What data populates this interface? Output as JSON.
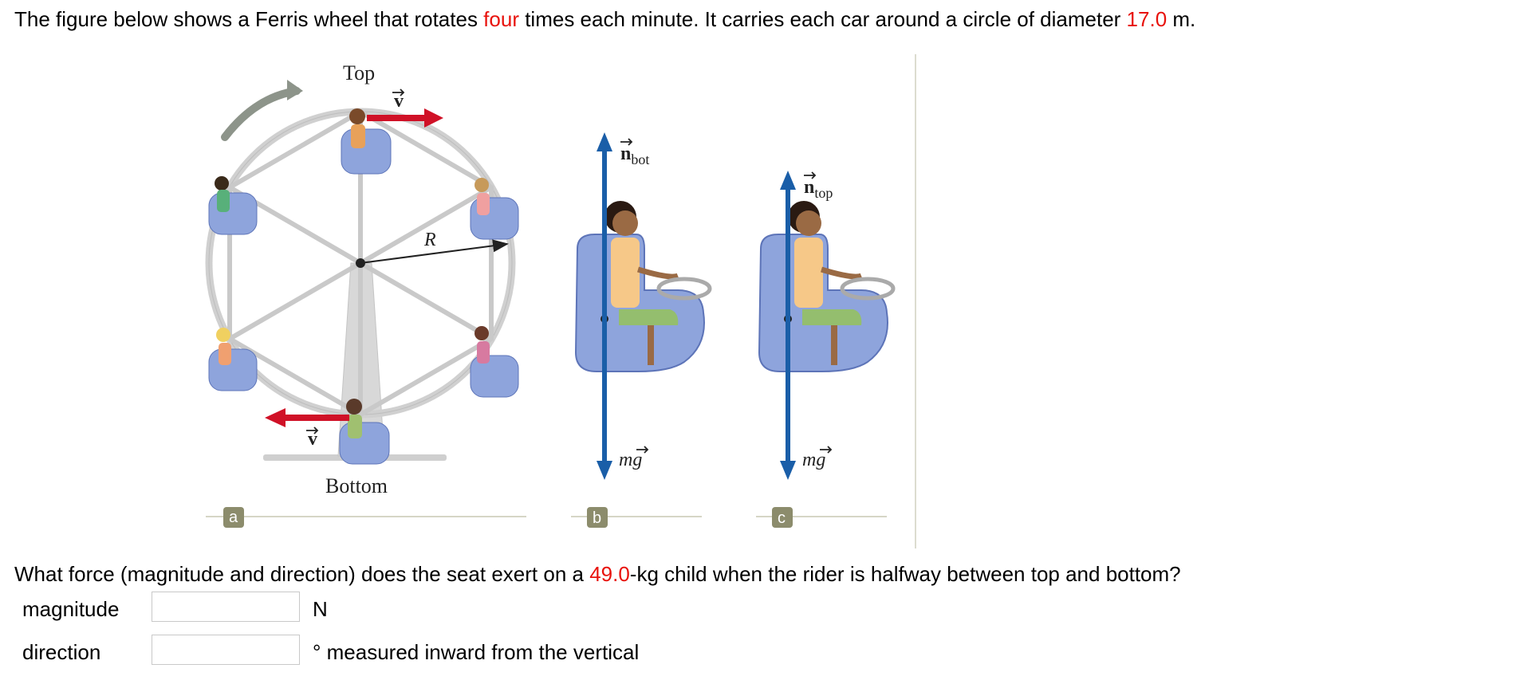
{
  "intro": {
    "p1": "The figure below shows a Ferris wheel that rotates ",
    "rate": "four",
    "p2": " times each minute. It carries each car around a circle of diameter ",
    "diameter": "17.0",
    "p3": " m."
  },
  "figure": {
    "top_label": "Top",
    "bottom_label": "Bottom",
    "radius_label": "R",
    "velocity_label": "v",
    "normal_b_label": "n",
    "normal_b_sub": "bot",
    "normal_c_label": "n",
    "normal_c_sub": "top",
    "weight_label": "mg",
    "panel_labels": [
      "a",
      "b",
      "c"
    ]
  },
  "question": {
    "p1": "What force (magnitude and direction) does the seat exert on a ",
    "mass": "49.0",
    "p2": "-kg child when the rider is halfway between top and bottom?"
  },
  "answers": {
    "magnitude": {
      "label": "magnitude",
      "value": "",
      "unit": "N"
    },
    "direction": {
      "label": "direction",
      "value": "",
      "unit": "° measured inward from the vertical"
    }
  },
  "colors": {
    "accent_red": "#e8120c",
    "arrow_red": "#d01127",
    "normal_blue": "#1a5ea8",
    "seat_blue": "#8ea4dc",
    "wheel_gray": "#d4d4d4",
    "badge_olive": "#8c8c6c"
  }
}
